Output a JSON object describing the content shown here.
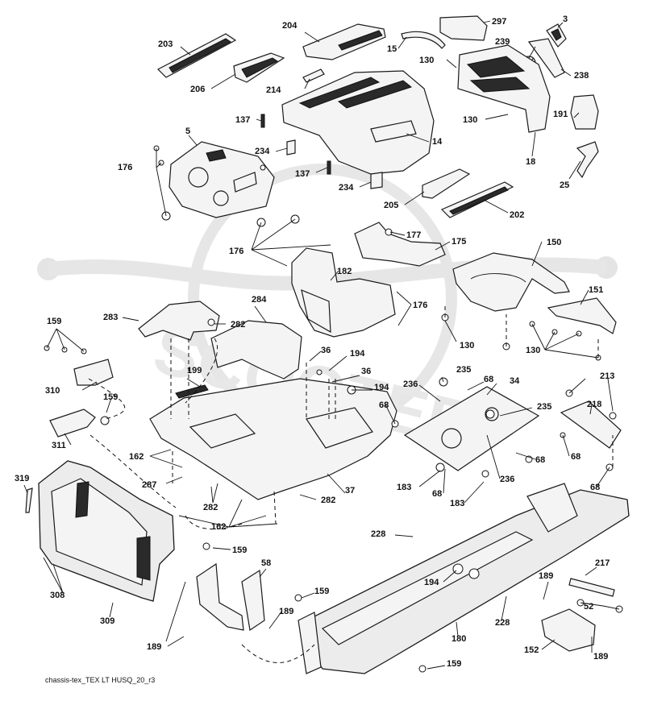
{
  "watermark": "SCOOTER",
  "caption": "chassis-tex_TEX LT HUSQ_20_r3",
  "callouts": [
    {
      "id": "c203",
      "text": "203"
    },
    {
      "id": "c206",
      "text": "206"
    },
    {
      "id": "c204",
      "text": "204"
    },
    {
      "id": "c214",
      "text": "214"
    },
    {
      "id": "c15",
      "text": "15"
    },
    {
      "id": "c297",
      "text": "297"
    },
    {
      "id": "c3",
      "text": "3"
    },
    {
      "id": "c130a",
      "text": "130"
    },
    {
      "id": "c239",
      "text": "239"
    },
    {
      "id": "c238",
      "text": "238"
    },
    {
      "id": "c130b",
      "text": "130"
    },
    {
      "id": "c191",
      "text": "191"
    },
    {
      "id": "c18",
      "text": "18"
    },
    {
      "id": "c25",
      "text": "25"
    },
    {
      "id": "c5",
      "text": "5"
    },
    {
      "id": "c137a",
      "text": "137"
    },
    {
      "id": "c14",
      "text": "14"
    },
    {
      "id": "c234a",
      "text": "234"
    },
    {
      "id": "c176a",
      "text": "176"
    },
    {
      "id": "c137b",
      "text": "137"
    },
    {
      "id": "c234b",
      "text": "234"
    },
    {
      "id": "c205",
      "text": "205"
    },
    {
      "id": "c202",
      "text": "202"
    },
    {
      "id": "c176b",
      "text": "176"
    },
    {
      "id": "c177",
      "text": "177"
    },
    {
      "id": "c175",
      "text": "175"
    },
    {
      "id": "c150",
      "text": "150"
    },
    {
      "id": "c182",
      "text": "182"
    },
    {
      "id": "c176c",
      "text": "176"
    },
    {
      "id": "c151",
      "text": "151"
    },
    {
      "id": "c283",
      "text": "283"
    },
    {
      "id": "c284",
      "text": "284"
    },
    {
      "id": "c282a",
      "text": "282"
    },
    {
      "id": "c159a",
      "text": "159"
    },
    {
      "id": "c130c",
      "text": "130"
    },
    {
      "id": "c130d",
      "text": "130"
    },
    {
      "id": "c36a",
      "text": "36"
    },
    {
      "id": "c194a",
      "text": "194"
    },
    {
      "id": "c36b",
      "text": "36"
    },
    {
      "id": "c199",
      "text": "199"
    },
    {
      "id": "c235a",
      "text": "235"
    },
    {
      "id": "c236a",
      "text": "236"
    },
    {
      "id": "c68a",
      "text": "68"
    },
    {
      "id": "c34",
      "text": "34"
    },
    {
      "id": "c213",
      "text": "213"
    },
    {
      "id": "c194b",
      "text": "194"
    },
    {
      "id": "c310",
      "text": "310"
    },
    {
      "id": "c159b",
      "text": "159"
    },
    {
      "id": "c68b",
      "text": "68"
    },
    {
      "id": "c235b",
      "text": "235"
    },
    {
      "id": "c218",
      "text": "218"
    },
    {
      "id": "c311",
      "text": "311"
    },
    {
      "id": "c162a",
      "text": "162"
    },
    {
      "id": "c68c",
      "text": "68"
    },
    {
      "id": "c68d",
      "text": "68"
    },
    {
      "id": "c236b",
      "text": "236"
    },
    {
      "id": "c319",
      "text": "319"
    },
    {
      "id": "c287",
      "text": "287"
    },
    {
      "id": "c183a",
      "text": "183"
    },
    {
      "id": "c68e",
      "text": "68"
    },
    {
      "id": "c37",
      "text": "37"
    },
    {
      "id": "c183b",
      "text": "183"
    },
    {
      "id": "c68f",
      "text": "68"
    },
    {
      "id": "c282b",
      "text": "282"
    },
    {
      "id": "c282c",
      "text": "282"
    },
    {
      "id": "c162b",
      "text": "162"
    },
    {
      "id": "c228a",
      "text": "228"
    },
    {
      "id": "c159c",
      "text": "159"
    },
    {
      "id": "c58",
      "text": "58"
    },
    {
      "id": "c217",
      "text": "217"
    },
    {
      "id": "c308",
      "text": "308"
    },
    {
      "id": "c194c",
      "text": "194"
    },
    {
      "id": "c189a",
      "text": "189"
    },
    {
      "id": "c159d",
      "text": "159"
    },
    {
      "id": "c52",
      "text": "52"
    },
    {
      "id": "c309",
      "text": "309"
    },
    {
      "id": "c189b",
      "text": "189"
    },
    {
      "id": "c228b",
      "text": "228"
    },
    {
      "id": "c180",
      "text": "180"
    },
    {
      "id": "c189c",
      "text": "189"
    },
    {
      "id": "c152",
      "text": "152"
    },
    {
      "id": "c189d",
      "text": "189"
    },
    {
      "id": "c159e",
      "text": "159"
    }
  ]
}
